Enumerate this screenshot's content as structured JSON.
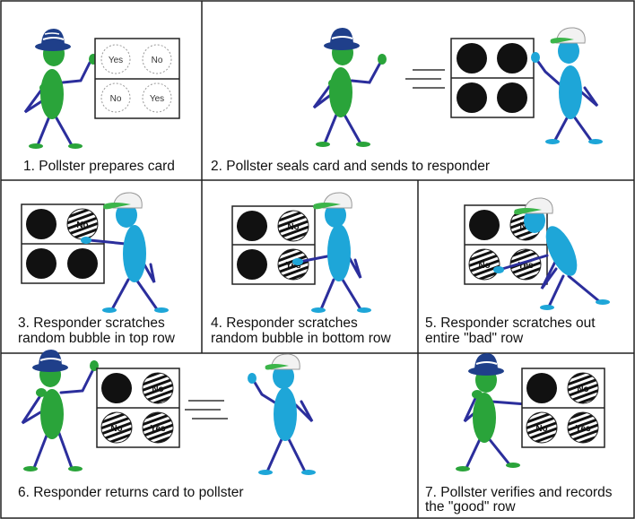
{
  "colors": {
    "pollster_body": "#2aa43a",
    "responder_body": "#1ea6d8",
    "limbs": "#2b2e9c",
    "hat_pollster": "#1f3f8a",
    "visor_responder": "#3cb54a",
    "ink": "#111111"
  },
  "icons": [
    "pollster-figure",
    "responder-figure",
    "fedora-hat-icon",
    "baseball-cap-icon",
    "scratch-card",
    "motion-lines-icon"
  ],
  "panels": [
    {
      "caption": [
        "1. Pollster prepares card"
      ],
      "bubbles": [
        "Yes",
        "No",
        "No",
        "Yes"
      ]
    },
    {
      "caption": [
        "2. Pollster seals card and sends to responder"
      ]
    },
    {
      "caption": [
        "3. Responder scratches",
        "random bubble in top row"
      ],
      "revealed": [
        "No"
      ]
    },
    {
      "caption": [
        "4. Responder scratches",
        "random bubble in bottom row"
      ],
      "revealed": [
        "No",
        "Yes"
      ]
    },
    {
      "caption": [
        "5. Responder scratches out",
        "entire \"bad\" row"
      ],
      "revealed": [
        "No",
        "No",
        "Yes"
      ]
    },
    {
      "caption": [
        "6. Responder returns card to pollster"
      ],
      "revealed": [
        "No",
        "No",
        "Yes"
      ]
    },
    {
      "caption": [
        "7. Pollster verifies and records",
        "the \"good\" row"
      ],
      "revealed": [
        "No",
        "No",
        "Yes"
      ]
    }
  ]
}
